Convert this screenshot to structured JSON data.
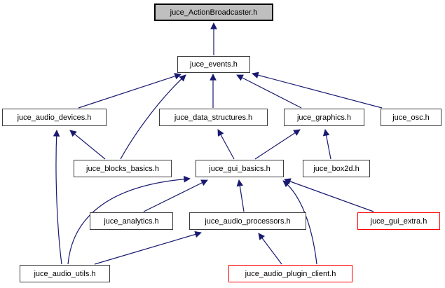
{
  "diagram": {
    "kind": "include-dependency-graph",
    "root": "juce_ActionBroadcaster.h",
    "colors": {
      "background": "#ffffff",
      "edge": "#191970",
      "node_fill": "#ffffff",
      "node_border": "#3c3c3c",
      "root_fill": "#bfbfbf",
      "root_border": "#000000",
      "truncated_border": "#ff0000",
      "text": "#000000"
    },
    "nodes": [
      {
        "label": "juce_ActionBroadcaster.h",
        "style": "root"
      },
      {
        "label": "juce_events.h",
        "style": "normal"
      },
      {
        "label": "juce_audio_devices.h",
        "style": "normal"
      },
      {
        "label": "juce_data_structures.h",
        "style": "normal"
      },
      {
        "label": "juce_graphics.h",
        "style": "normal"
      },
      {
        "label": "juce_osc.h",
        "style": "normal"
      },
      {
        "label": "juce_blocks_basics.h",
        "style": "normal"
      },
      {
        "label": "juce_gui_basics.h",
        "style": "normal"
      },
      {
        "label": "juce_box2d.h",
        "style": "normal"
      },
      {
        "label": "juce_analytics.h",
        "style": "normal"
      },
      {
        "label": "juce_audio_processors.h",
        "style": "normal"
      },
      {
        "label": "juce_gui_extra.h",
        "style": "truncated"
      },
      {
        "label": "juce_audio_utils.h",
        "style": "normal"
      },
      {
        "label": "juce_audio_plugin_client.h",
        "style": "truncated"
      }
    ],
    "edges": [
      {
        "from": "juce_events.h",
        "to": "juce_ActionBroadcaster.h"
      },
      {
        "from": "juce_audio_devices.h",
        "to": "juce_events.h"
      },
      {
        "from": "juce_blocks_basics.h",
        "to": "juce_events.h"
      },
      {
        "from": "juce_data_structures.h",
        "to": "juce_events.h"
      },
      {
        "from": "juce_graphics.h",
        "to": "juce_events.h"
      },
      {
        "from": "juce_osc.h",
        "to": "juce_events.h"
      },
      {
        "from": "juce_audio_utils.h",
        "to": "juce_audio_devices.h"
      },
      {
        "from": "juce_blocks_basics.h",
        "to": "juce_audio_devices.h"
      },
      {
        "from": "juce_gui_basics.h",
        "to": "juce_data_structures.h"
      },
      {
        "from": "juce_gui_basics.h",
        "to": "juce_graphics.h"
      },
      {
        "from": "juce_box2d.h",
        "to": "juce_graphics.h"
      },
      {
        "from": "juce_analytics.h",
        "to": "juce_gui_basics.h"
      },
      {
        "from": "juce_audio_processors.h",
        "to": "juce_gui_basics.h"
      },
      {
        "from": "juce_gui_extra.h",
        "to": "juce_gui_basics.h"
      },
      {
        "from": "juce_audio_utils.h",
        "to": "juce_gui_basics.h"
      },
      {
        "from": "juce_audio_utils.h",
        "to": "juce_audio_processors.h"
      },
      {
        "from": "juce_audio_plugin_client.h",
        "to": "juce_audio_processors.h"
      },
      {
        "from": "juce_audio_plugin_client.h",
        "to": "juce_gui_basics.h"
      }
    ]
  }
}
